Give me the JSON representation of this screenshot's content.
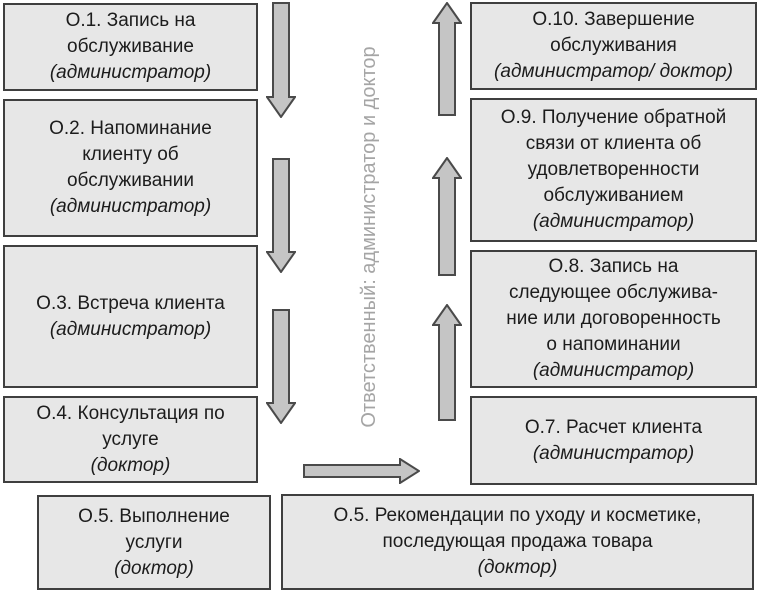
{
  "diagram": {
    "side_label": "Ответственный: администратор и доктор",
    "boxes": {
      "o1": {
        "lines": [
          "О.1. Запись на",
          "обслуживание"
        ],
        "role": "(администратор)"
      },
      "o2": {
        "lines": [
          "О.2. Напоминание",
          "клиенту об",
          "обслуживании"
        ],
        "role": "(администратор)"
      },
      "o3": {
        "lines": [
          "О.3. Встреча клиента"
        ],
        "role": "(администратор)"
      },
      "o4": {
        "lines": [
          "О.4. Консультация по",
          "услуге"
        ],
        "role": "(доктор)"
      },
      "o5_left": {
        "lines": [
          "О.5. Выполнение",
          "услуги"
        ],
        "role": "(доктор)"
      },
      "o5_bottom": {
        "lines": [
          "О.5. Рекомендации по уходу и косметике,",
          "последующая продажа товара"
        ],
        "role": "(доктор)"
      },
      "o7": {
        "lines": [
          "О.7. Расчет клиента"
        ],
        "role": "(администратор)"
      },
      "o8": {
        "lines": [
          "О.8. Запись на",
          "следующее обслужива-",
          "ние или договоренность",
          "о напоминании"
        ],
        "role": "(администратор)"
      },
      "o9": {
        "lines": [
          "О.9. Получение обратной",
          "связи от клиента об",
          "удовлетворенности",
          "обслуживанием"
        ],
        "role": "(администратор)"
      },
      "o10": {
        "lines": [
          "О.10. Завершение",
          "обслуживания"
        ],
        "role": "(администратор/ доктор)"
      }
    },
    "arrows": [
      {
        "name": "down-arrow-1",
        "direction": "down"
      },
      {
        "name": "down-arrow-2",
        "direction": "down"
      },
      {
        "name": "down-arrow-3",
        "direction": "down"
      },
      {
        "name": "right-arrow-1",
        "direction": "right"
      },
      {
        "name": "up-arrow-1",
        "direction": "up"
      },
      {
        "name": "up-arrow-2",
        "direction": "up"
      },
      {
        "name": "up-arrow-3",
        "direction": "up"
      }
    ],
    "colors": {
      "background": "#ffffff",
      "box_fill": "#e7e7e7",
      "box_border": "#3f3f3f",
      "box_text": "#1c1c1c",
      "arrow_fill": "#c5c5c5",
      "arrow_border": "#4a4a4a",
      "side_label_text": "#a5a5a5"
    }
  }
}
